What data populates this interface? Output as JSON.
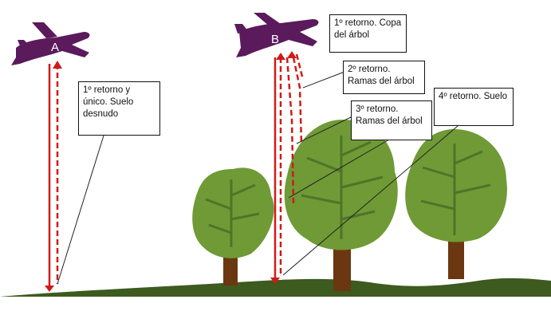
{
  "planes": [
    {
      "id": "plane-a",
      "label": "A"
    },
    {
      "id": "plane-b",
      "label": "B"
    }
  ],
  "callouts": [
    {
      "id": "callout-a-ground",
      "text": "1º retorno y único. Suelo desnudo"
    },
    {
      "id": "callout-b-1",
      "text": "1º retorno. Copa del árbol"
    },
    {
      "id": "callout-b-2",
      "text": "2º retorno. Ramas del árbol"
    },
    {
      "id": "callout-b-3",
      "text": "3º retorno. Ramas del árbol"
    },
    {
      "id": "callout-b-4",
      "text": "4º retorno. Suelo"
    }
  ],
  "colors": {
    "plane": "#5b1a5b",
    "pulse": "#d01a1a",
    "foliage": "#6f9a36",
    "foliage_dark": "#4f7428",
    "trunk": "#6b3710",
    "ground": "#3d5a1f"
  }
}
